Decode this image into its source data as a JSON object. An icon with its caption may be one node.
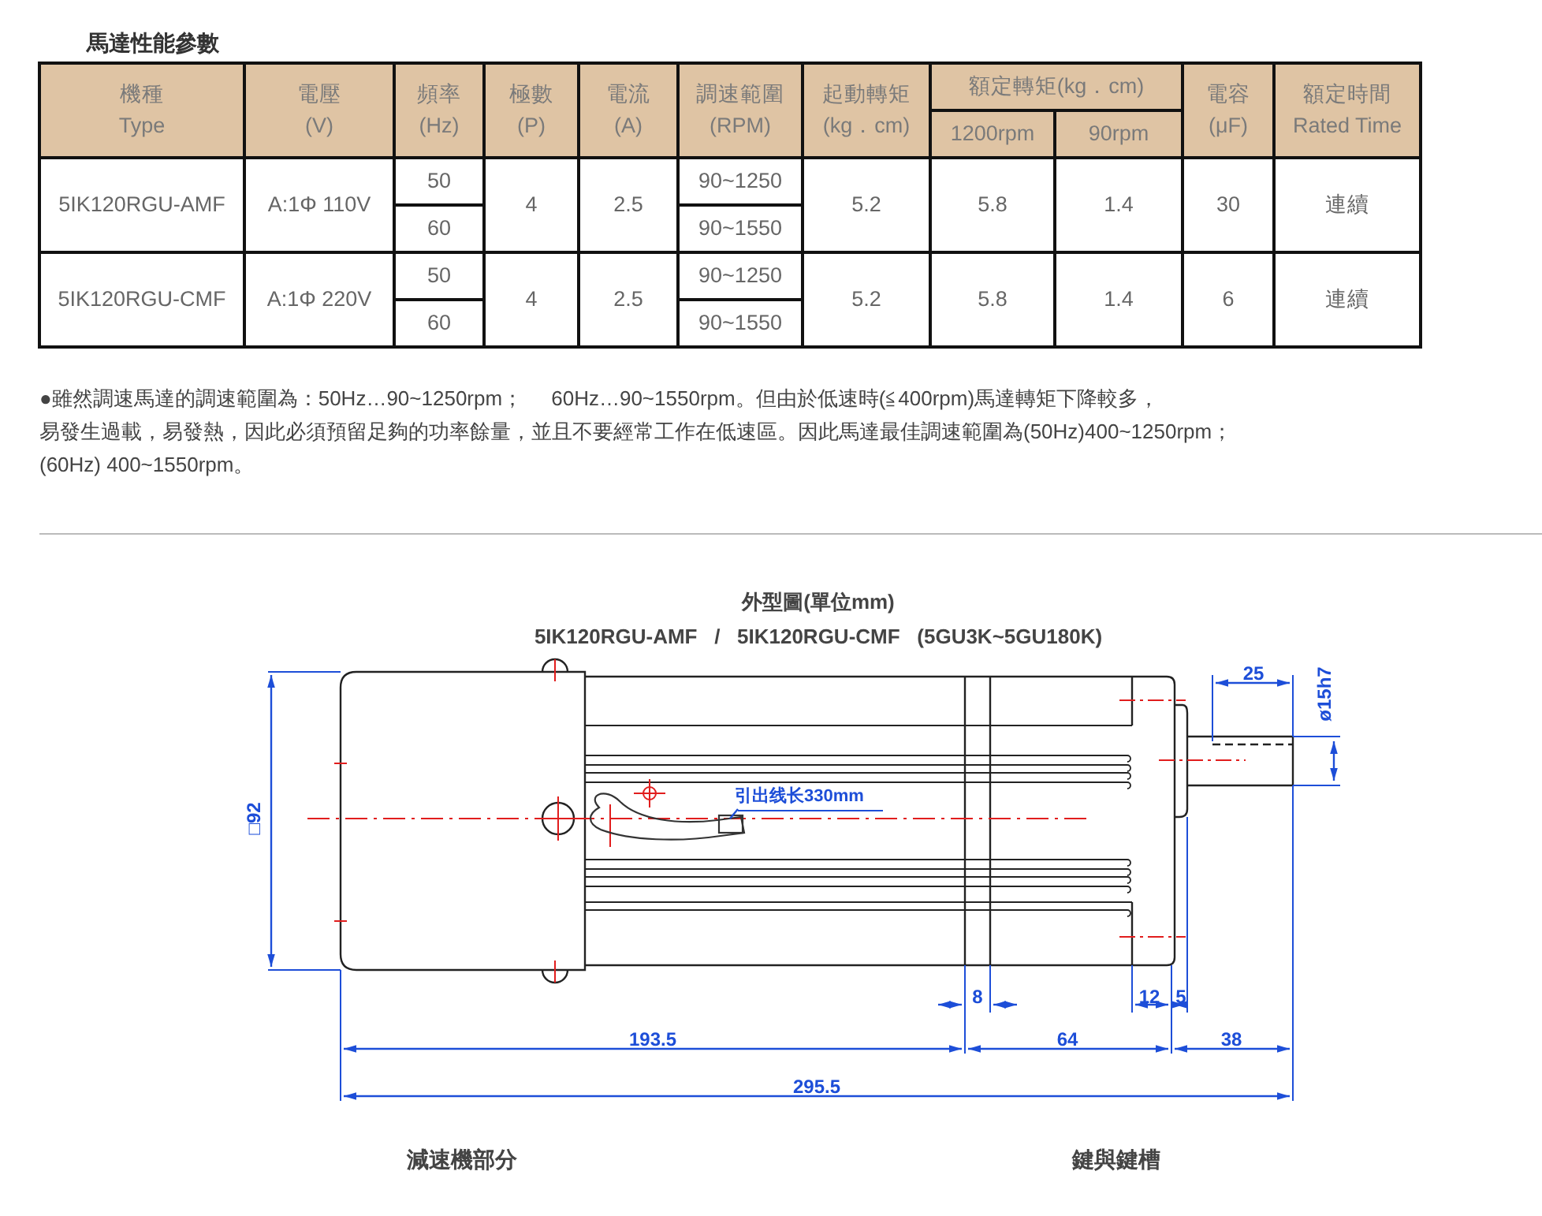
{
  "diagram": {
    "title": "馬達性能參數",
    "nodes": [
      {
        "text": [
          "引出线长330mm"
        ]
      },
      {
        "text": [],
        "shape": "picture"
      }
    ],
    "edges": [
      {
        "from": 0,
        "to": 1,
        "arrow": "none"
      }
    ],
    "labels": [
      "機種",
      "Type",
      "電壓",
      "(V)",
      "頻率",
      "(Hz)",
      "極數",
      "(P)",
      "電流",
      "(A)",
      "調速範圍",
      "(RPM)",
      "起動轉矩",
      "(kg．cm)",
      "額定轉矩(kg．cm)",
      "電容",
      "(μF)",
      "額定時間",
      "Rated Time",
      "1200rpm",
      "90rpm",
      "5IK120RGU-AMF",
      "A:1Φ 110V",
      "50",
      "4",
      "2.5",
      "90~1250",
      "5.2",
      "5.8",
      "1.4",
      "30",
      "連續",
      "60",
      "90~1550",
      "5IK120RGU-CMF",
      "A:1Φ 220V",
      "50",
      "4",
      "2.5",
      "90~1250",
      "5.2",
      "5.8",
      "1.4",
      "6",
      "連續",
      "60",
      "90~1550",
      "●雖然調速馬達的調速範圍為：50Hz…90~1250rpm；     60Hz…90~1550rpm。但由於低速時(≦400rpm)馬達轉矩下降較多，",
      "易發生過載，易發熱，因此必須預留足夠的功率餘量，並且不要經常工作在低速區。因此馬達最佳調速範圍為(50Hz)400~1250rpm；",
      "(60Hz) 400~1550rpm。",
      "外型圖(單位mm)",
      "5IK120RGU-AMF   /   5IK120RGU-CMF   (5GU3K~5GU180K)",
      "25",
      "ø15h7",
      "□92",
      "8",
      "12",
      "5",
      "193.5",
      "64",
      "38",
      "295.5",
      "減速機部分",
      "鍵與鍵槽"
    ]
  }
}
